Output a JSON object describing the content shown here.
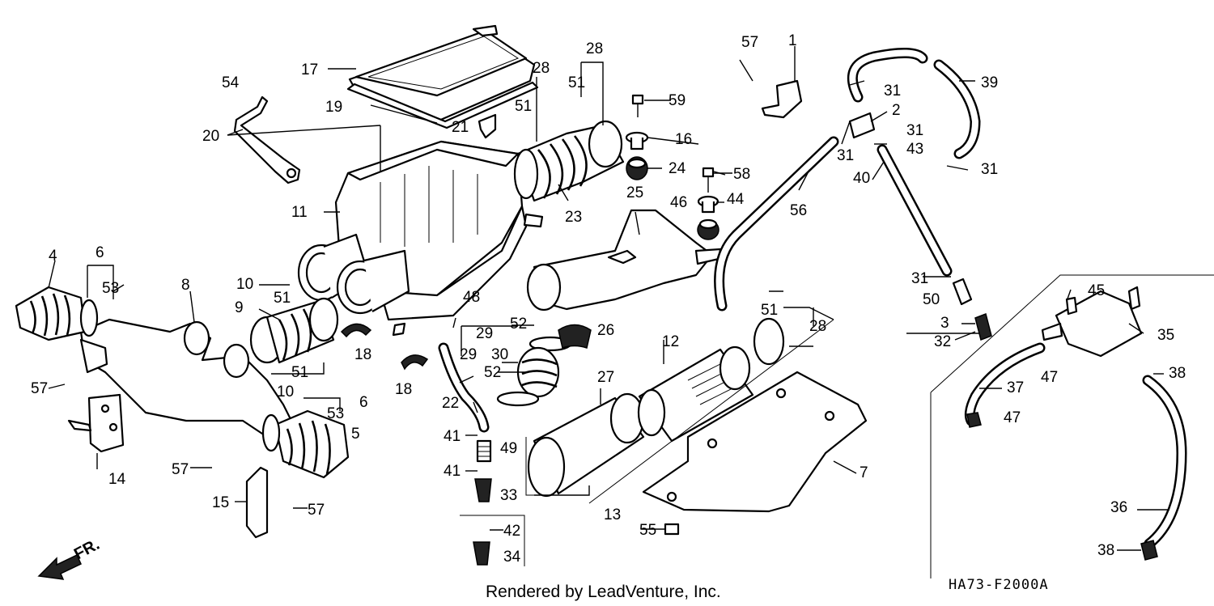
{
  "diagram": {
    "footer": "Rendered by LeadVenture, Inc.",
    "diagram_code": "HA73-F2000A",
    "front_label": "FR.",
    "callouts": {
      "c1": "1",
      "c2": "2",
      "c3": "3",
      "c4": "4",
      "c5": "5",
      "c6a": "6",
      "c6b": "6",
      "c7": "7",
      "c8": "8",
      "c9": "9",
      "c10a": "10",
      "c10b": "10",
      "c11": "11",
      "c12": "12",
      "c13": "13",
      "c14": "14",
      "c15": "15",
      "c16": "16",
      "c17": "17",
      "c18a": "18",
      "c18b": "18",
      "c19": "19",
      "c20": "20",
      "c21": "21",
      "c22": "22",
      "c23": "23",
      "c24": "24",
      "c25": "25",
      "c26": "26",
      "c27": "27",
      "c28a": "28",
      "c28b": "28",
      "c28c": "28",
      "c29a": "29",
      "c29b": "29",
      "c30": "30",
      "c31a": "31",
      "c31b": "31",
      "c31c": "31",
      "c31d": "31",
      "c31e": "31",
      "c32": "32",
      "c33": "33",
      "c34": "34",
      "c35": "35",
      "c36": "36",
      "c37": "37",
      "c38a": "38",
      "c38b": "38",
      "c39": "39",
      "c40": "40",
      "c41a": "41",
      "c41b": "41",
      "c42": "42",
      "c43": "43",
      "c44": "44",
      "c45": "45",
      "c46": "46",
      "c47a": "47",
      "c47b": "47",
      "c48": "48",
      "c49": "49",
      "c50": "50",
      "c51a": "51",
      "c51b": "51",
      "c51c": "51",
      "c51d": "51",
      "c51e": "51",
      "c52a": "52",
      "c52b": "52",
      "c53a": "53",
      "c53b": "53",
      "c54": "54",
      "c55": "55",
      "c56": "56",
      "c57a": "57",
      "c57b": "57",
      "c57c": "57",
      "c57d": "57",
      "c58": "58",
      "c59": "59"
    }
  }
}
